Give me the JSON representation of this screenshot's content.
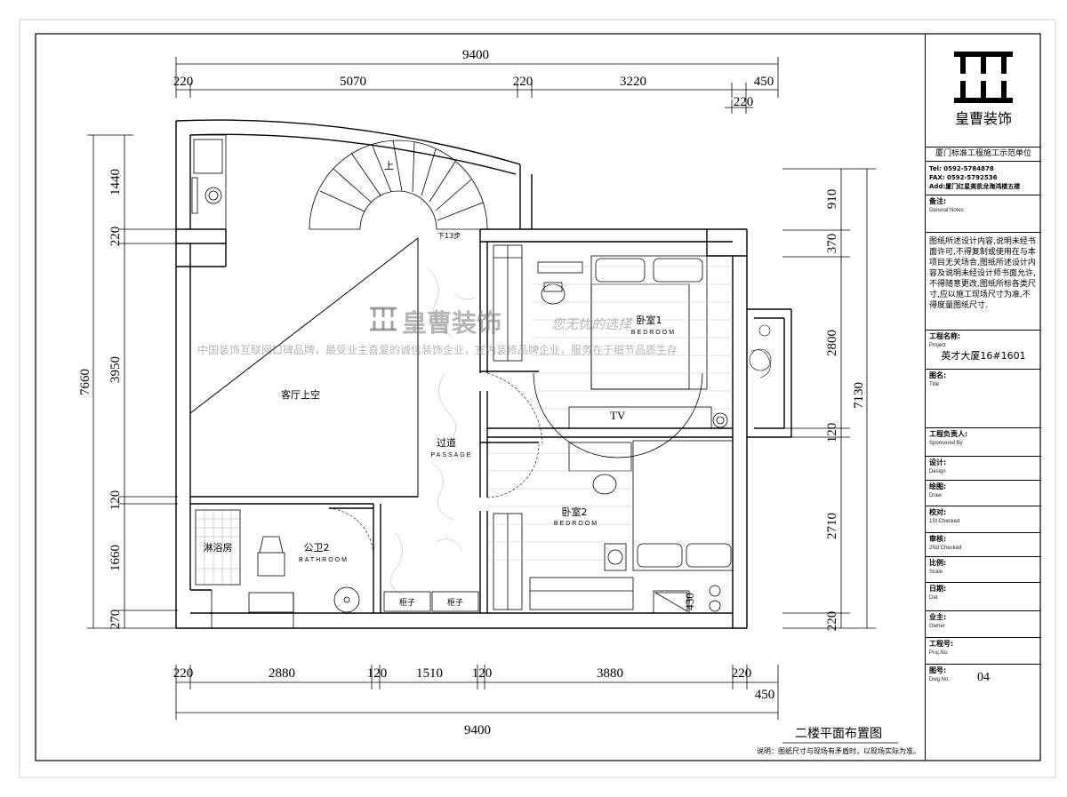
{
  "drawing": {
    "dims_top_total": "9400",
    "dims_top": [
      "220",
      "5070",
      "220",
      "3220",
      "450"
    ],
    "dims_top_sub": "220",
    "dims_bottom": [
      "220",
      "2880",
      "120",
      "1510",
      "120",
      "3880",
      "220"
    ],
    "dims_bottom_extra": "450",
    "dims_bottom_total": "9400",
    "dims_left_total": "7660",
    "dims_left": [
      "1440",
      "220",
      "3950",
      "120",
      "1660",
      "270"
    ],
    "dims_right_total": "7130",
    "dims_right": [
      "910",
      "370",
      "2800",
      "120",
      "2710",
      "220"
    ],
    "dim_430": "430",
    "rooms": {
      "living_void": "客厅上空",
      "passage": "过道",
      "passage_en": "PASSAGE",
      "bedroom1": "卧室1",
      "bedroom1_en": "BEDROOM",
      "bedroom2": "卧室2",
      "bedroom2_en": "BEDROOM",
      "bathroom": "公卫2",
      "bathroom_en": "BATHROOM",
      "shower": "淋浴房",
      "cabinet1": "柜子",
      "cabinet2": "柜子",
      "tv": "TV",
      "stair_up": "上",
      "stair_down": "下13步"
    },
    "plan_title": "二楼平面布置图",
    "note": "说明：图纸尺寸与现场有矛盾时，以现场实际为准。"
  },
  "watermark": {
    "brand": "皇曹装饰",
    "slogan": "您无忧的选择",
    "line": "中国装饰互联网口碑品牌，最受业主喜爱的诚信装饰企业，室内装修品牌企业，服务在于细节品质生存"
  },
  "titleblock": {
    "brand": "皇曹装饰",
    "unit": "厦门标准工程施工示范单位",
    "tel": "Tel: 0592-5784878",
    "fax": "FAX: 0592-5792536",
    "addr": "Add:厦门红星美凯龙海鸿楼五楼",
    "notes_label": "备注:",
    "notes_sub": "General Notes:",
    "notes_text": "图纸所述设计内容,说明未经书面许可,不得复制或使用在与本项目无关场合,图纸所述设计内容及说明未经设计师书面允许,不得随意更改,图纸所标各类尺寸,应以施工现场尺寸为准,不得度量图纸尺寸.",
    "project_label": "工程名称:",
    "project_sub": "Project",
    "project_value": "英才大厦16#1601",
    "title_label": "图名:",
    "title_sub": "Title",
    "manager_label": "工程负责人:",
    "manager_sub": "Sponsored By",
    "design_label": "设计:",
    "design_sub": "Design",
    "draw_label": "绘图:",
    "draw_sub": "Draw",
    "check1_label": "校对:",
    "check1_sub": "1St Checked",
    "check2_label": "审核:",
    "check2_sub": "2Nd Checked",
    "scale_label": "比例:",
    "scale_sub": "Scale",
    "date_label": "日期:",
    "date_sub": "Dat",
    "owner_label": "业主:",
    "owner_sub": "Owner",
    "projno_label": "工程号:",
    "projno_sub": "Proj.No.",
    "dwgno_label": "图号:",
    "dwgno_sub": "Dwg.No.",
    "dwgno_value": "04"
  },
  "colors": {
    "line": "#000000",
    "watermark": "#8a8a8a"
  }
}
